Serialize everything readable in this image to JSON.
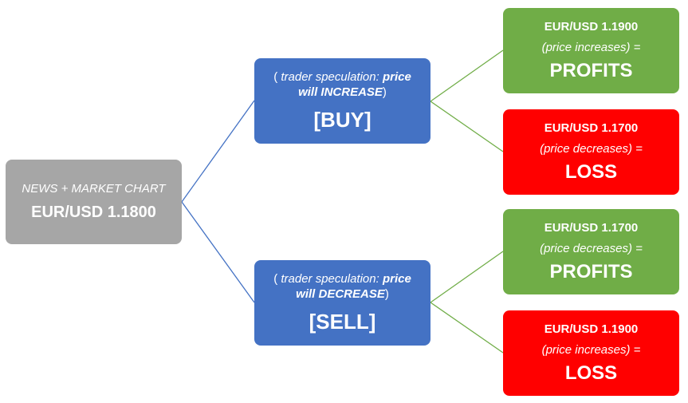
{
  "colors": {
    "root": "#a6a6a6",
    "decision": "#4472c4",
    "profit": "#70ad47",
    "loss": "#ff0000",
    "connector_root": "#4472c4",
    "connector_branch": "#70ad47"
  },
  "root": {
    "caption": "NEWS + MARKET CHART",
    "price": "EUR/USD 1.1800"
  },
  "buy": {
    "open": "(",
    "spec_italic": " trader speculation: ",
    "spec_bold": "price will INCREASE",
    "close": ")",
    "action": "[BUY]"
  },
  "sell": {
    "open": "(",
    "spec_italic": " trader speculation: ",
    "spec_bold": "price will DECREASE",
    "close": ")",
    "action": "[SELL]"
  },
  "outcomes": [
    {
      "price": "EUR/USD 1.1900",
      "move": "(price increases) =",
      "result": "PROFITS"
    },
    {
      "price": "EUR/USD 1.1700",
      "move": "(price decreases) =",
      "result": "LOSS"
    },
    {
      "price": "EUR/USD 1.1700",
      "move": "(price decreases) =",
      "result": "PROFITS"
    },
    {
      "price": "EUR/USD 1.1900",
      "move": "(price increases) =",
      "result": "LOSS"
    }
  ]
}
